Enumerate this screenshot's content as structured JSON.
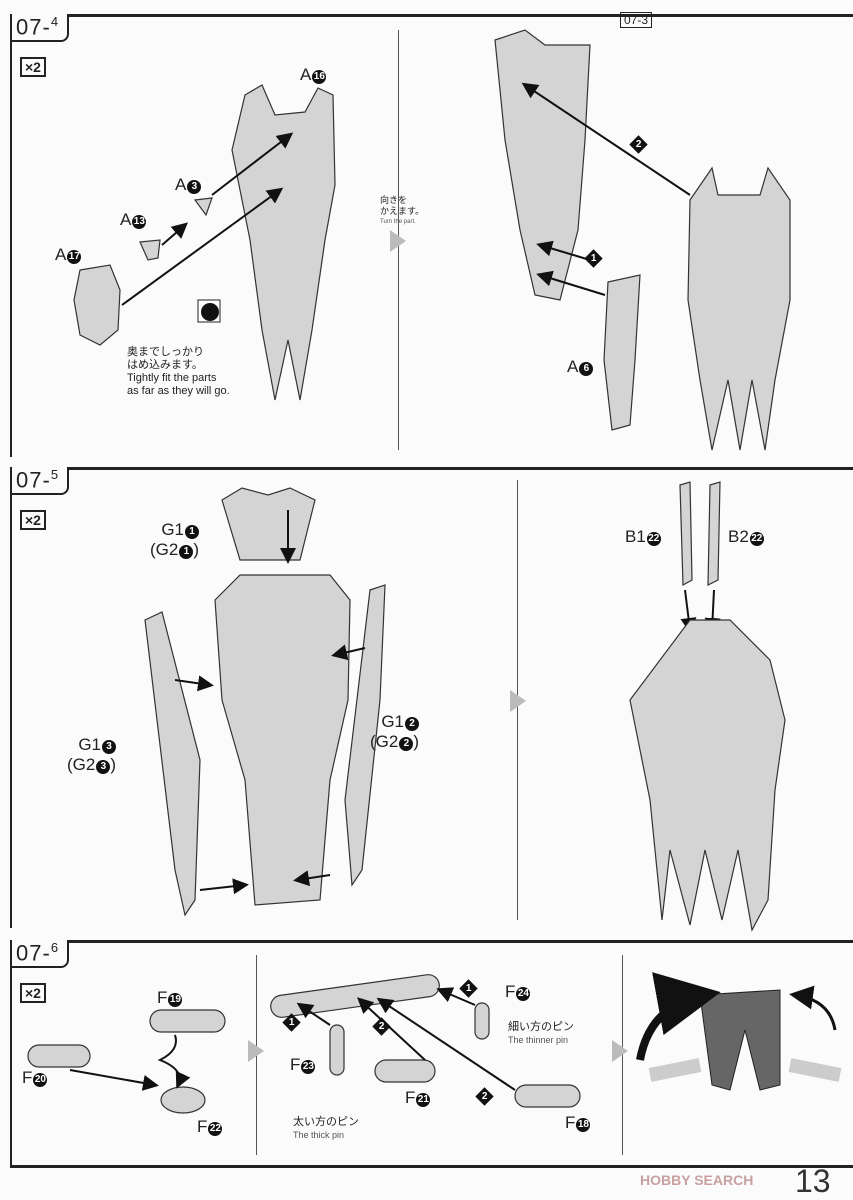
{
  "steps": [
    {
      "id": "07-4",
      "base": "07",
      "sub": "4",
      "qty": "×2",
      "parts": [
        {
          "letter": "A",
          "num": "16"
        },
        {
          "letter": "A",
          "num": "3"
        },
        {
          "letter": "A",
          "num": "13"
        },
        {
          "letter": "A",
          "num": "17"
        },
        {
          "letter": "A",
          "num": "6"
        }
      ],
      "ref": "07-3",
      "note_jp": "奥までしっかりはめ込みます。",
      "note_jp_l1": "奥までしっかり",
      "note_jp_l2": "はめ込みます。",
      "note_en_l1": "Tightly fit the parts",
      "note_en_l2": "as far as they will go.",
      "turn_jp_l1": "向きを",
      "turn_jp_l2": "かえます。",
      "turn_en": "Turn the part.",
      "order": [
        "1",
        "2"
      ]
    },
    {
      "id": "07-5",
      "base": "07",
      "sub": "5",
      "qty": "×2",
      "parts": [
        {
          "label": "G1",
          "num": "1",
          "alt": "(G2",
          "alt_num": "1"
        },
        {
          "label": "G1",
          "num": "2",
          "alt": "(G2",
          "alt_num": "2"
        },
        {
          "label": "G1",
          "num": "3",
          "alt": "(G2",
          "alt_num": "3"
        },
        {
          "label": "B1",
          "num": "22"
        },
        {
          "label": "B2",
          "num": "22"
        }
      ]
    },
    {
      "id": "07-6",
      "base": "07",
      "sub": "6",
      "qty": "×2",
      "parts": [
        {
          "letter": "F",
          "num": "19"
        },
        {
          "letter": "F",
          "num": "20"
        },
        {
          "letter": "F",
          "num": "22"
        },
        {
          "letter": "F",
          "num": "23"
        },
        {
          "letter": "F",
          "num": "21"
        },
        {
          "letter": "F",
          "num": "24"
        },
        {
          "letter": "F",
          "num": "18"
        }
      ],
      "thick_jp": "太い方のピン",
      "thick_en": "The thick pin",
      "thin_jp": "細い方のピン",
      "thin_en": "The thinner pin",
      "order": [
        "1",
        "2"
      ]
    }
  ],
  "footer": {
    "watermark": "HOBBY SEARCH",
    "page": "13"
  }
}
